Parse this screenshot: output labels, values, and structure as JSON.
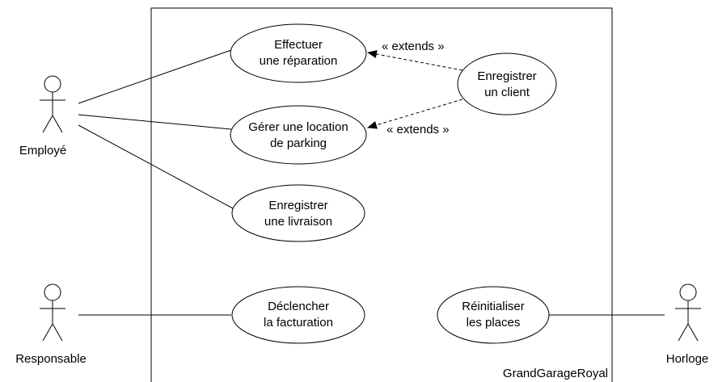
{
  "system": {
    "name": "GrandGarageRoyal"
  },
  "actors": {
    "employe": "Employé",
    "responsable": "Responsable",
    "horloge": "Horloge"
  },
  "use_cases": {
    "effectuer": [
      "Effectuer",
      "une réparation"
    ],
    "gerer": [
      "Gérer une location",
      "de parking"
    ],
    "enregistrer_livraison": [
      "Enregistrer",
      "une livraison"
    ],
    "declencher": [
      "Déclencher",
      "la facturation"
    ],
    "enregistrer_client": [
      "Enregistrer",
      "un client"
    ],
    "reinitialiser": [
      "Réinitialiser",
      "les places"
    ]
  },
  "relations": {
    "extends1": "« extends »",
    "extends2": "« extends »"
  }
}
